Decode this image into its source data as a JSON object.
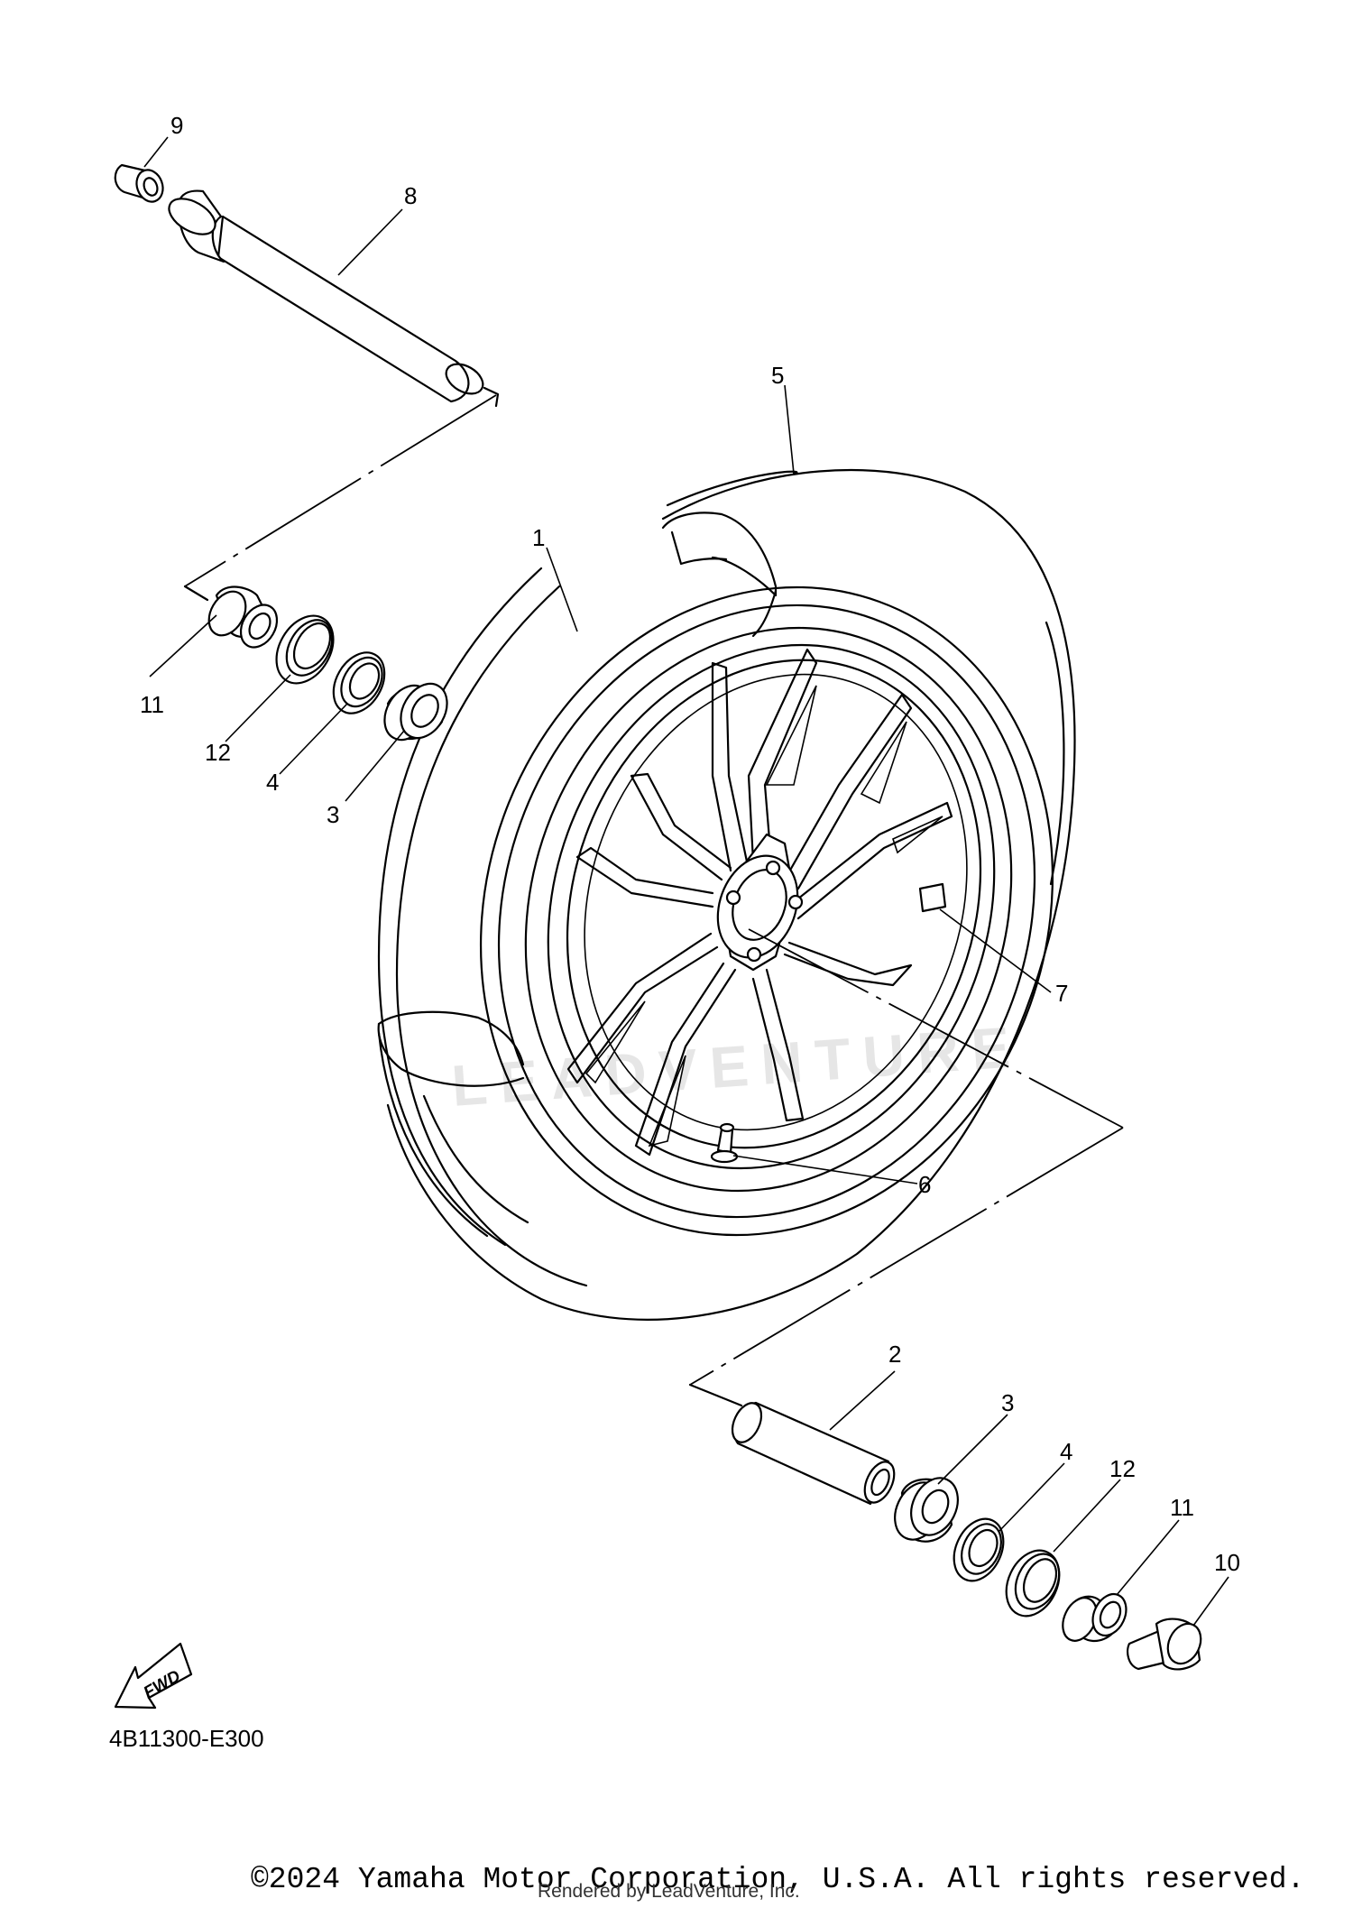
{
  "diagram": {
    "callouts": [
      {
        "id": "c1",
        "label": "1"
      },
      {
        "id": "c2",
        "label": "2"
      },
      {
        "id": "c3a",
        "label": "3"
      },
      {
        "id": "c3b",
        "label": "3"
      },
      {
        "id": "c4a",
        "label": "4"
      },
      {
        "id": "c4b",
        "label": "4"
      },
      {
        "id": "c5",
        "label": "5"
      },
      {
        "id": "c6",
        "label": "6"
      },
      {
        "id": "c7",
        "label": "7"
      },
      {
        "id": "c8",
        "label": "8"
      },
      {
        "id": "c9",
        "label": "9"
      },
      {
        "id": "c10",
        "label": "10"
      },
      {
        "id": "c11a",
        "label": "11"
      },
      {
        "id": "c11b",
        "label": "11"
      },
      {
        "id": "c12a",
        "label": "12"
      },
      {
        "id": "c12b",
        "label": "12"
      }
    ],
    "fwd_label": "FWD",
    "ref_code": "4B11300-E300",
    "watermark": "LEADVENTURE"
  },
  "footer": {
    "copyright": "©2024 Yamaha Motor Corporation, U.S.A. All rights reserved.",
    "rendered_by": "Rendered by LeadVenture, Inc."
  }
}
